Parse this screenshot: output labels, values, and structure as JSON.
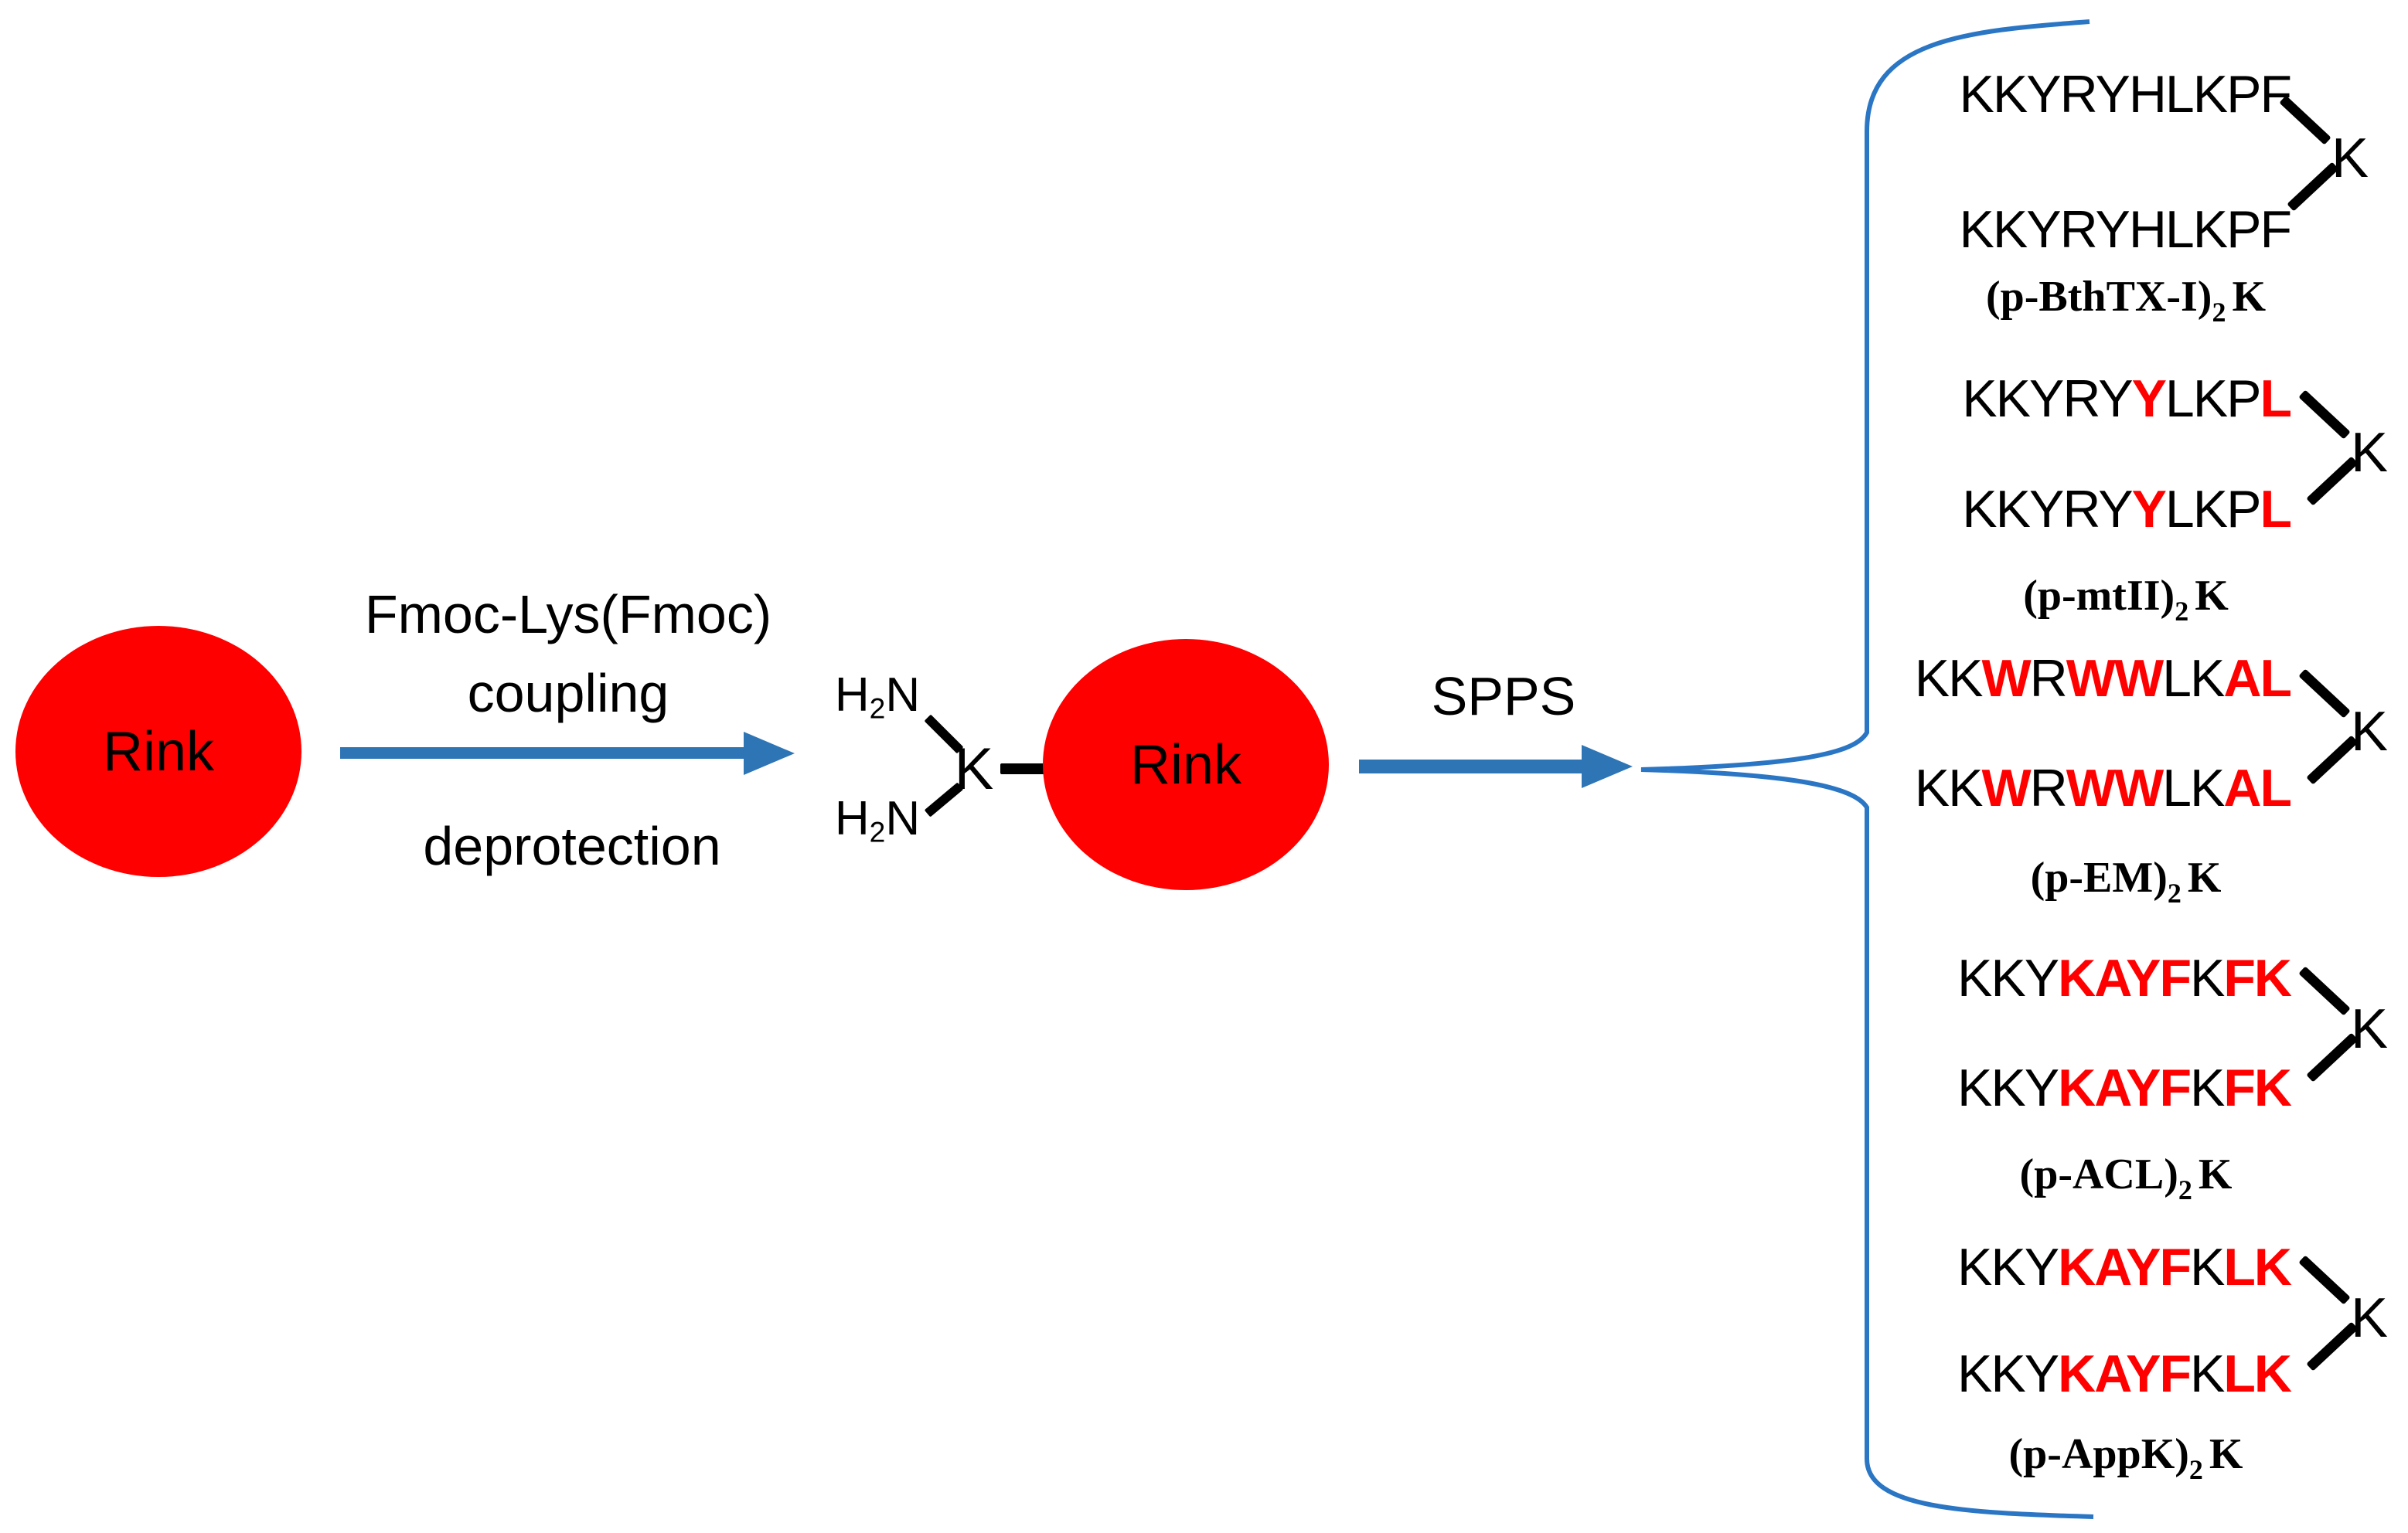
{
  "colors": {
    "resin": "#FF0000",
    "red_residue": "#FF0000",
    "arrow": "#2E75B6",
    "brace": "#2B76C4",
    "text": "#000000"
  },
  "stage1": {
    "resin_label": "Rink"
  },
  "step1": {
    "reagent": "Fmoc-Lys(Fmoc)",
    "action": "coupling",
    "action2": "deprotection"
  },
  "intermediate": {
    "amine_h": "H",
    "amine_sub": "2",
    "amine_n": "N",
    "core": "K",
    "resin_label": "Rink"
  },
  "step2": {
    "label": "SPPS"
  },
  "products": [
    {
      "sequence": [
        {
          "t": "KKYRYHLKPF",
          "red": false
        }
      ],
      "branch_core": "K",
      "name": {
        "prefix": "(p-BthTX-I)",
        "sub": "2",
        "suffix": "K"
      }
    },
    {
      "sequence": [
        {
          "t": "KKYRY",
          "red": false
        },
        {
          "t": "Y",
          "red": true
        },
        {
          "t": "LKP",
          "red": false
        },
        {
          "t": "L",
          "red": true
        }
      ],
      "branch_core": "K",
      "name": {
        "prefix": "(p-mtII)",
        "sub": "2",
        "suffix": "K"
      }
    },
    {
      "sequence": [
        {
          "t": "KK",
          "red": false
        },
        {
          "t": "W",
          "red": true
        },
        {
          "t": "R",
          "red": false
        },
        {
          "t": "WW",
          "red": true
        },
        {
          "t": "LK",
          "red": false
        },
        {
          "t": "AL",
          "red": true
        }
      ],
      "branch_core": "K",
      "name": {
        "prefix": "(p-EM)",
        "sub": "2",
        "suffix": "K"
      }
    },
    {
      "sequence": [
        {
          "t": "KKY",
          "red": false
        },
        {
          "t": "KAYF",
          "red": true
        },
        {
          "t": "K",
          "red": false
        },
        {
          "t": "FK",
          "red": true
        }
      ],
      "branch_core": "K",
      "name": {
        "prefix": "(p-ACL)",
        "sub": "2",
        "suffix": "K"
      }
    },
    {
      "sequence": [
        {
          "t": "KKY",
          "red": false
        },
        {
          "t": "KAYF",
          "red": true
        },
        {
          "t": "K",
          "red": false
        },
        {
          "t": "LK",
          "red": true
        }
      ],
      "branch_core": "K",
      "name": {
        "prefix": "(p-AppK)",
        "sub": "2",
        "suffix": "K"
      }
    }
  ]
}
